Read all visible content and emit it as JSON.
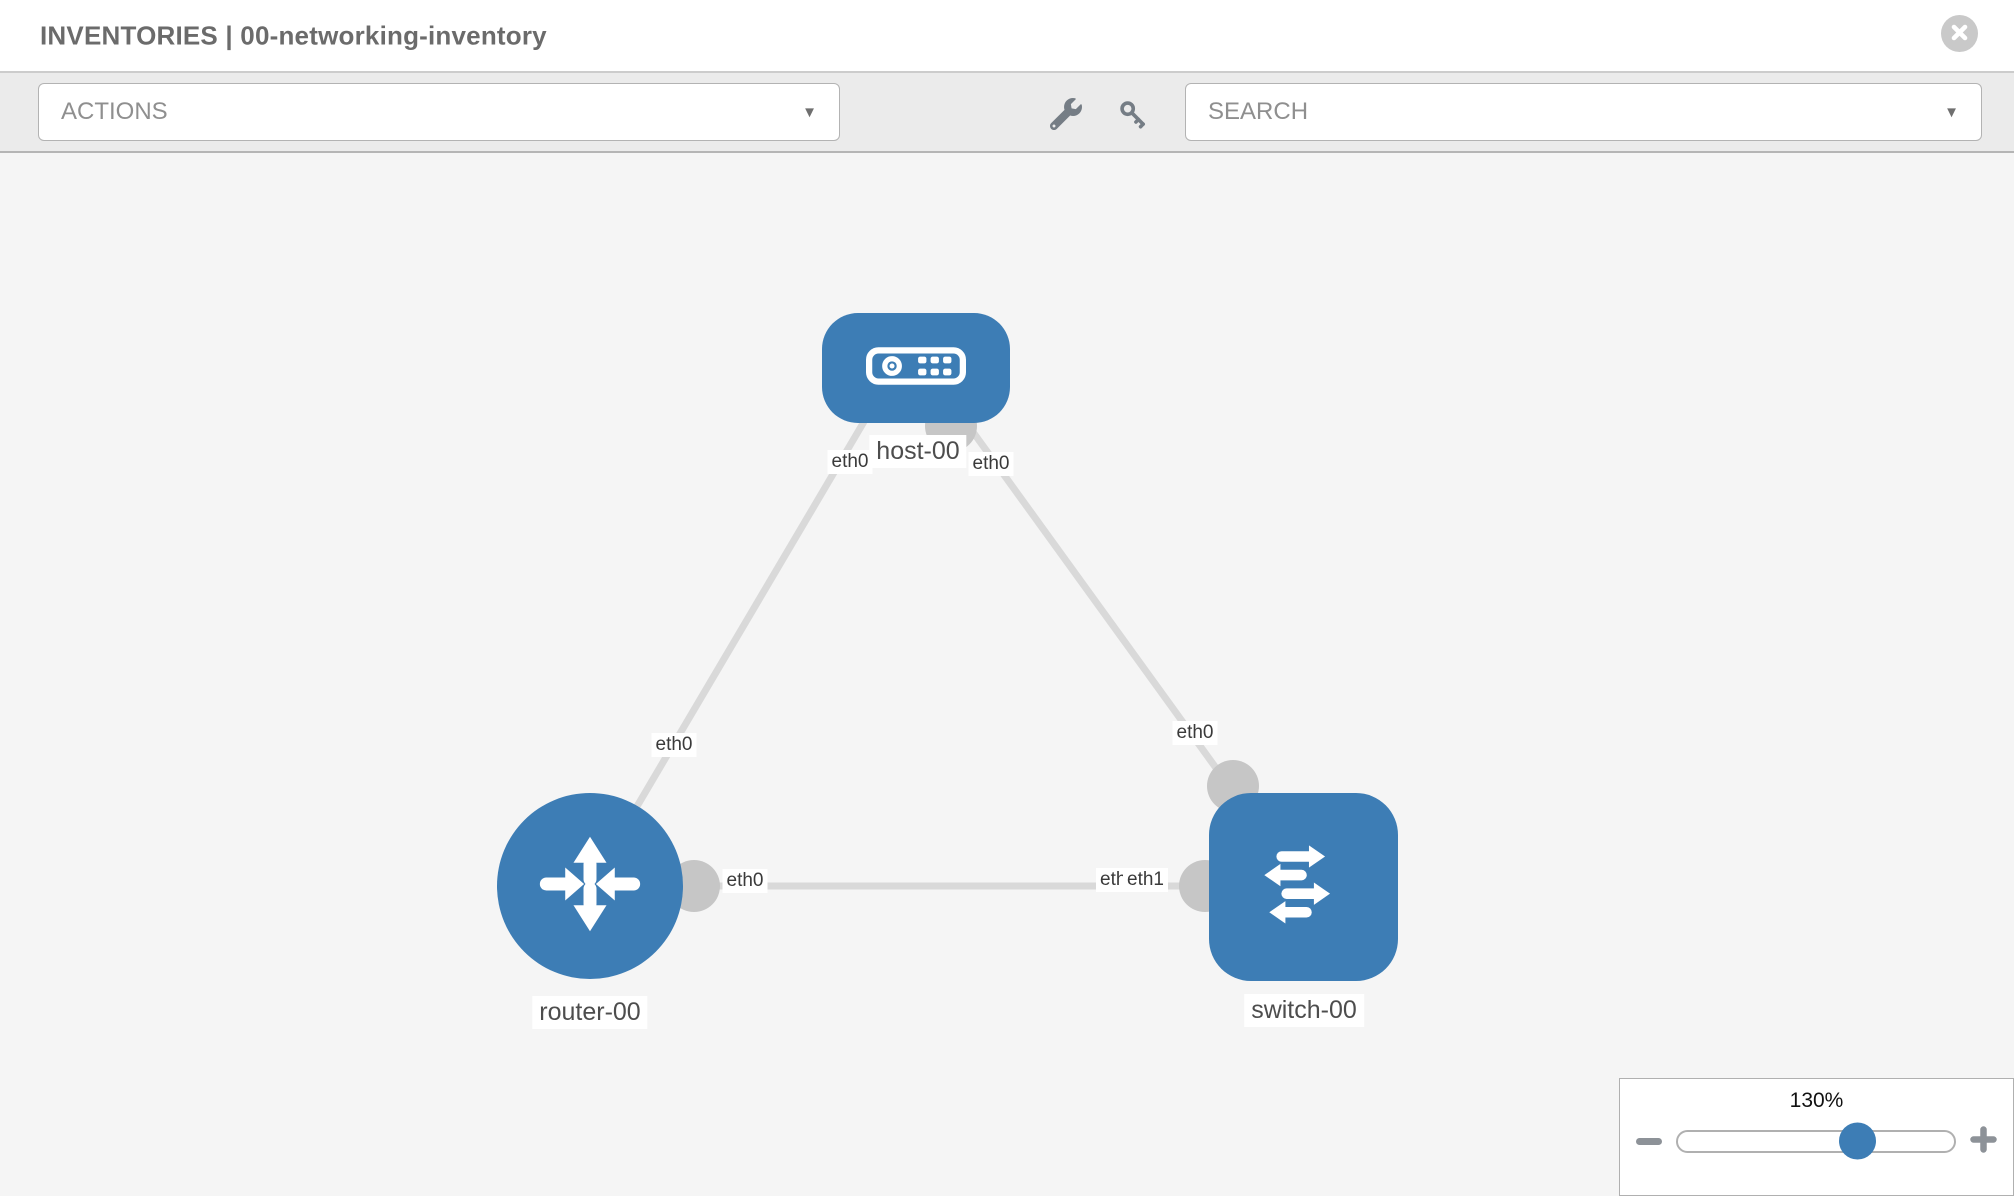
{
  "header": {
    "title": "INVENTORIES | 00-networking-inventory"
  },
  "toolbar": {
    "actions": {
      "label": "ACTIONS",
      "caret": "▼"
    },
    "search": {
      "placeholder": "SEARCH",
      "caret": "▼"
    }
  },
  "icons": {
    "close": "x-in-circle",
    "wrench": "wrench",
    "key": "key",
    "caret": "triangle-down",
    "host": "server-appliance",
    "router": "four-compass-arrows",
    "switch": "alternating-exchange-arrows",
    "zoom_out": "minus",
    "zoom_in": "plus"
  },
  "topology": {
    "nodes": [
      {
        "label": "host-00",
        "type": "host"
      },
      {
        "label": "router-00",
        "type": "router"
      },
      {
        "label": "switch-00",
        "type": "switch"
      }
    ],
    "links": [
      {
        "from": "host-00",
        "to": "router-00"
      },
      {
        "from": "host-00",
        "to": "switch-00"
      },
      {
        "from": "router-00",
        "to": "switch-00"
      }
    ],
    "interface_labels": {
      "host_to_router_at_host": "eth0",
      "host_to_router_at_router": "eth0",
      "host_to_switch_at_host": "eth0",
      "host_to_switch_at_switch": "eth0",
      "router_to_switch_at_router": "eth0",
      "router_to_switch_at_switch_back": "eth0",
      "router_to_switch_at_switch_front": "eth1"
    }
  },
  "zoom_control": {
    "level": "130%",
    "slider_position_percent": 65
  },
  "colors": {
    "node_blue": "#3d7db5",
    "link_gray": "#d9d9d9",
    "port_gray": "#c6c6c6",
    "canvas_bg": "#f5f5f5",
    "toolbar_bg": "#ebebeb",
    "close_gray": "#c9c9c9"
  }
}
